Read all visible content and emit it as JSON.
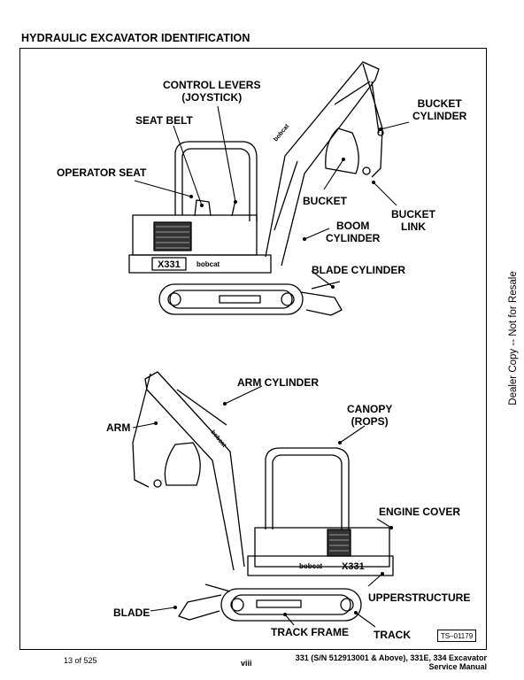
{
  "page_title": "HYDRAULIC EXCAVATOR IDENTIFICATION",
  "top_labels": {
    "control_levers": [
      "CONTROL LEVERS",
      "(JOYSTICK)"
    ],
    "seat_belt": "SEAT BELT",
    "operator_seat": "OPERATOR SEAT",
    "bucket_cylinder": [
      "BUCKET",
      "CYLINDER"
    ],
    "bucket": "BUCKET",
    "bucket_link": [
      "BUCKET",
      "LINK"
    ],
    "boom_cylinder": [
      "BOOM",
      "CYLINDER"
    ],
    "blade_cylinder": "BLADE CYLINDER"
  },
  "bottom_labels": {
    "arm_cylinder": "ARM CYLINDER",
    "canopy": [
      "CANOPY",
      "(ROPS)"
    ],
    "arm": "ARM",
    "engine_cover": "ENGINE COVER",
    "upperstructure": "UPPERSTRUCTURE",
    "blade": "BLADE",
    "track_frame": "TRACK FRAME",
    "track": "TRACK"
  },
  "machine_decals": {
    "model": "X331",
    "brand": "bobcat"
  },
  "figure_code": "TS–01179",
  "side_watermark": "Dealer Copy -- Not for Resale",
  "footer": {
    "page_count": "13 of 525",
    "page_roman": "viii",
    "manual_line1": "331 (S/N 512913001 & Above), 331E, 334 Excavator",
    "manual_line2": "Service Manual"
  }
}
